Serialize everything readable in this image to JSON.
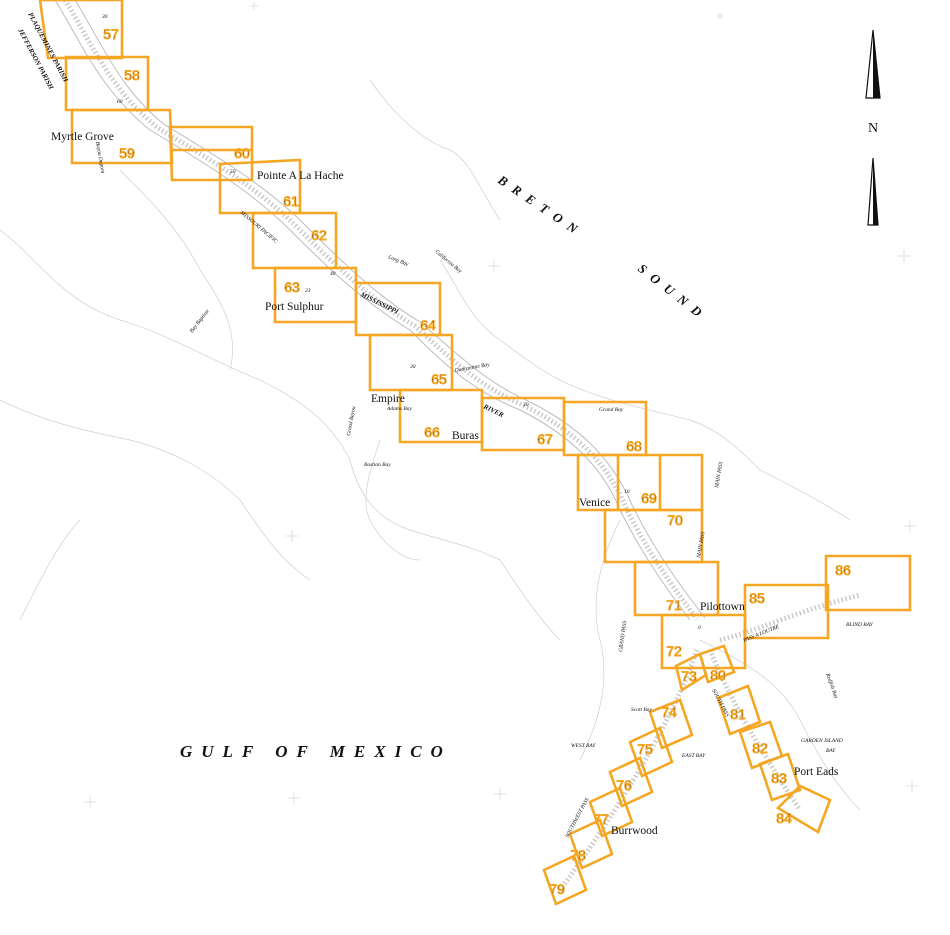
{
  "map": {
    "colors": {
      "sheet_outline": "#f5a623",
      "background": "#ffffff",
      "coast": "#cfcfcf"
    },
    "water_labels": {
      "gulf": "GULF OF MEXICO",
      "breton": "BRETON SOUND",
      "breton_sound_word1": "BRETON",
      "breton_sound_word2": "SOUND"
    },
    "channel_labels": {
      "mississippi": "MISSISSIPPI",
      "river": "RIVER",
      "missouri_pacific": "MISSOURI PACIFIC",
      "plaquemines": "PLAQUEMINES PARISH",
      "jefferson": "JEFFERSON PARISH",
      "grand_pass": "GRAND PASS",
      "main_pass": "MAIN PASS",
      "pass_a_loutre": "PASS A LOUTRE",
      "south_pass": "SOUTH PASS",
      "southwest_pass": "SOUTHWEST PASS"
    },
    "bay_labels": {
      "blind_bay": "BLIND BAY",
      "west_bay": "WEST BAY",
      "east_bay": "EAST BAY",
      "garden_island_bay": "GARDEN ISLAND BAY",
      "garden_island": "GARDEN ISLAND",
      "bay": "BAY",
      "long_bay": "Long Bay",
      "california_bay": "California Bay",
      "quarantine_bay": "Quarantine Bay",
      "grand_bay": "Grand Bay",
      "bay_baptiste": "Bay Baptiste",
      "grand_bayou": "Grand Bayou",
      "adams_bay": "Adams Bay",
      "bastian_bay": "Bastian Bay",
      "scott_bay": "Scott Bay",
      "redfish_bay": "Redfish Bay",
      "bayou_dupont": "Bayou Dupont"
    },
    "mile_markers": [
      "30",
      "60",
      "50",
      "40",
      "30",
      "20",
      "10",
      "0",
      "23"
    ],
    "places": {
      "myrtle_grove": "Myrtle Grove",
      "pointe_a_la_hache": "Pointe A La Hache",
      "port_sulphur": "Port Sulphur",
      "empire": "Empire",
      "buras": "Buras",
      "venice": "Venice",
      "pilottown": "Pilottown",
      "port_eads": "Port Eads",
      "burrwood": "Burrwood"
    },
    "north_arrow_letter": "N",
    "sheets": [
      "57",
      "58",
      "59",
      "60",
      "61",
      "62",
      "63",
      "64",
      "65",
      "66",
      "67",
      "68",
      "69",
      "70",
      "71",
      "72",
      "73",
      "74",
      "75",
      "76",
      "77",
      "78",
      "79",
      "80",
      "81",
      "82",
      "83",
      "84",
      "85",
      "86"
    ]
  }
}
